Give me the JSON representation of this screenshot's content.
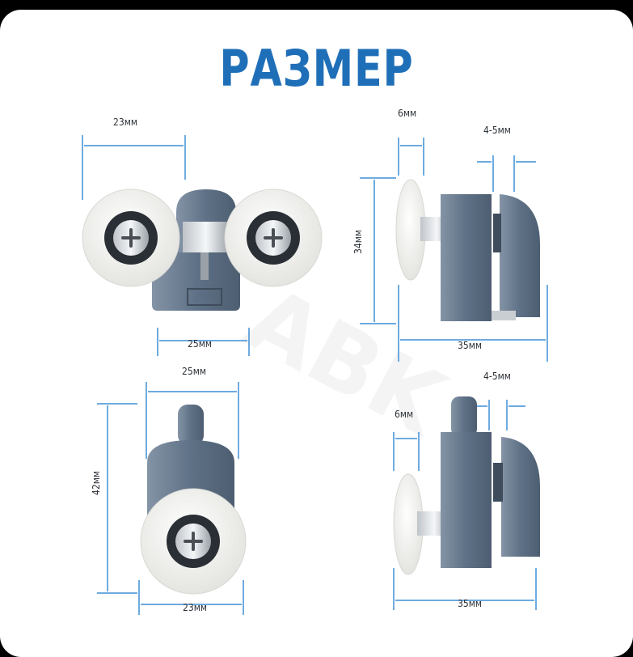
{
  "title": "РАЗМЕР",
  "watermark": "ABK",
  "colors": {
    "title": "#1f6fb8",
    "dimension_line": "#3d8fd6",
    "roller_body": "#5e7085",
    "wheel": "#f6f6f4"
  },
  "dimensions": {
    "top_left_width": "23мм",
    "top_left_base": "25мм",
    "top_right_axle": "6мм",
    "top_right_gap": "4-5мм",
    "top_right_height": "34мм",
    "top_right_depth": "35мм",
    "bottom_left_top": "25мм",
    "bottom_left_height": "42мм",
    "bottom_left_width": "23мм",
    "bottom_right_gap": "4-5мм",
    "bottom_right_axle": "6мм",
    "bottom_right_depth": "35мм"
  }
}
